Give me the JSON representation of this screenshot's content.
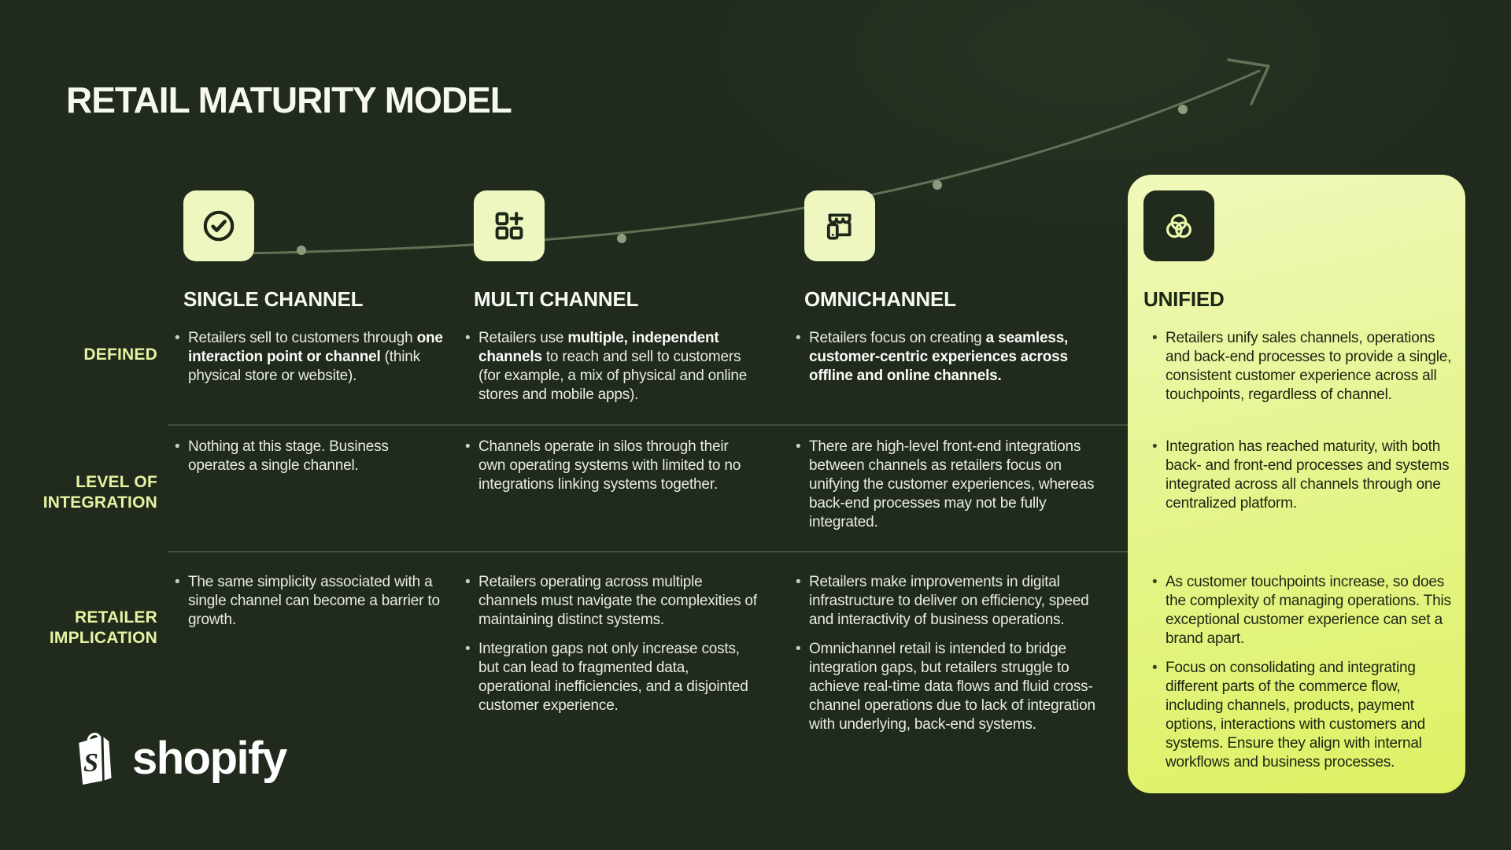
{
  "title": "RETAIL MATURITY MODEL",
  "colors": {
    "bg": "#202a1d",
    "card_top": "#f0f8bb",
    "card_mid": "#e7f594",
    "card_bottom": "#def163",
    "tile": "#eef7c0",
    "label": "#e7f3a1",
    "body": "#e7ece1",
    "dark": "#1b2614",
    "curve": "#66755a",
    "dot": "#8d9a7e",
    "divider": "#41503a",
    "white": "#f6f8f2"
  },
  "rows": [
    {
      "id": "defined",
      "label": "DEFINED"
    },
    {
      "id": "integration",
      "label": "LEVEL OF INTEGRATION"
    },
    {
      "id": "implication",
      "label": "RETAILER IMPLICATION"
    }
  ],
  "decorations": {
    "growth_curve": "ascending dotted arrow curve",
    "dots": 4
  },
  "brand": {
    "wordmark": "shopify",
    "logo_icon": "shopify-bag-icon",
    "bag_letter": "S"
  },
  "columns": [
    {
      "id": "single-channel",
      "heading": "SINGLE CHANNEL",
      "icon": "check-circle-icon",
      "highlighted": false,
      "defined": [
        [
          {
            "text": "Retailers sell to customers through "
          },
          {
            "text": "one interaction point or channel",
            "bold": true
          },
          {
            "text": " (think physical store or website)."
          }
        ]
      ],
      "integration": [
        [
          {
            "text": "Nothing at this stage. Business operates a single channel."
          }
        ]
      ],
      "implication": [
        [
          {
            "text": "The same simplicity associated with a single channel can become a barrier to growth."
          }
        ]
      ]
    },
    {
      "id": "multi-channel",
      "heading": "MULTI CHANNEL",
      "icon": "apps-plus-icon",
      "highlighted": false,
      "defined": [
        [
          {
            "text": "Retailers use "
          },
          {
            "text": "multiple, independent channels",
            "bold": true
          },
          {
            "text": " to reach and sell to customers (for example, a mix of physical and online stores and mobile apps)."
          }
        ]
      ],
      "integration": [
        [
          {
            "text": "Channels operate in silos through their own operating systems with limited to no integrations linking systems together."
          }
        ]
      ],
      "implication": [
        [
          {
            "text": "Retailers operating across multiple channels must navigate the complexities of maintaining distinct systems."
          }
        ],
        [
          {
            "text": "Integration gaps not only increase costs, but can lead to fragmented data, operational inefficiencies, and a disjointed customer experience."
          }
        ]
      ]
    },
    {
      "id": "omnichannel",
      "heading": "OMNICHANNEL",
      "icon": "storefront-mobile-icon",
      "highlighted": false,
      "defined": [
        [
          {
            "text": "Retailers focus on creating "
          },
          {
            "text": "a seamless, customer-centric experiences across offline and online channels.",
            "bold": true
          }
        ]
      ],
      "integration": [
        [
          {
            "text": "There are high-level front-end integrations between channels as retailers focus on unifying the customer experiences, whereas back-end processes may not be fully integrated."
          }
        ]
      ],
      "implication": [
        [
          {
            "text": "Retailers make improvements in digital infrastructure to deliver on efficiency, speed and interactivity of business operations."
          }
        ],
        [
          {
            "text": "Omnichannel retail is intended to bridge integration gaps, but retailers struggle to achieve real-time data flows and fluid cross-channel operations due to lack of integration with underlying, back-end systems."
          }
        ]
      ]
    },
    {
      "id": "unified",
      "heading": "UNIFIED",
      "icon": "venn-circles-icon",
      "highlighted": true,
      "defined": [
        [
          {
            "text": "Retailers unify sales channels, operations and back-end processes to provide a single, consistent customer experience across all touchpoints, regardless of channel."
          }
        ]
      ],
      "integration": [
        [
          {
            "text": "Integration has reached maturity, with both back- and front-end processes and systems integrated across all channels through one centralized platform."
          }
        ]
      ],
      "implication": [
        [
          {
            "text": "As customer touchpoints increase, so does the complexity of managing operations. This exceptional customer experience can set a brand apart."
          }
        ],
        [
          {
            "text": "Focus on consolidating and integrating different parts of the commerce flow, including channels, products, payment options, interactions with customers and systems. Ensure they align with internal workflows and business processes."
          }
        ]
      ]
    }
  ]
}
